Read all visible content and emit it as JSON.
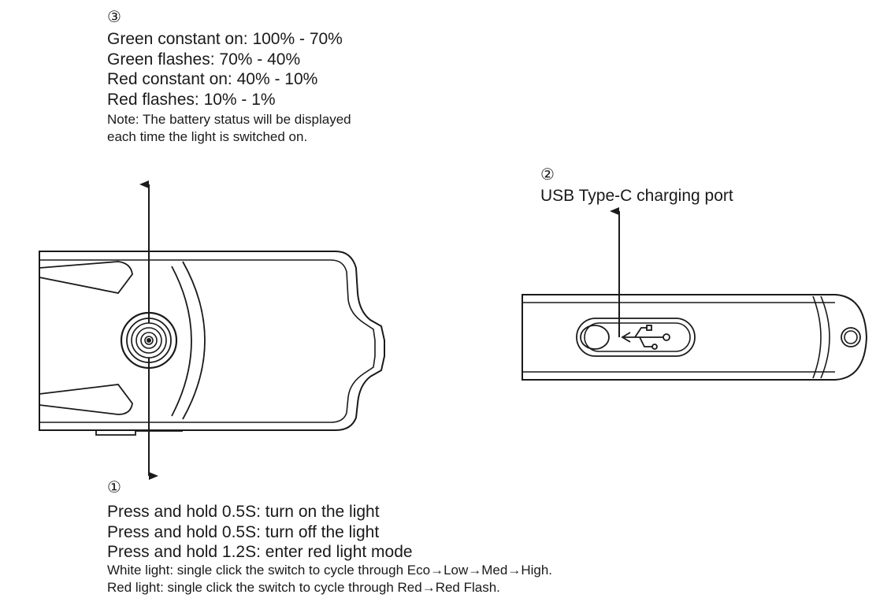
{
  "callout3": {
    "marker": "③",
    "lines": [
      "Green constant on: 100% - 70%",
      "Green flashes: 70% - 40%",
      "Red constant on: 40% - 10%",
      "Red flashes: 10% - 1%"
    ],
    "note": [
      "Note: The battery status will be displayed",
      "each time the light is switched on."
    ]
  },
  "callout2": {
    "marker": "②",
    "label": "USB Type-C charging port"
  },
  "callout1": {
    "marker": "①",
    "lines": [
      "Press and hold 0.5S: turn on the light",
      "Press and hold 0.5S: turn off the light",
      "Press and hold 1.2S: enter red light mode"
    ],
    "detail": [
      "White light: single click the switch to cycle through Eco→Low→Med→High.",
      "Red light: single click the switch to cycle through Red→Red Flash."
    ]
  }
}
